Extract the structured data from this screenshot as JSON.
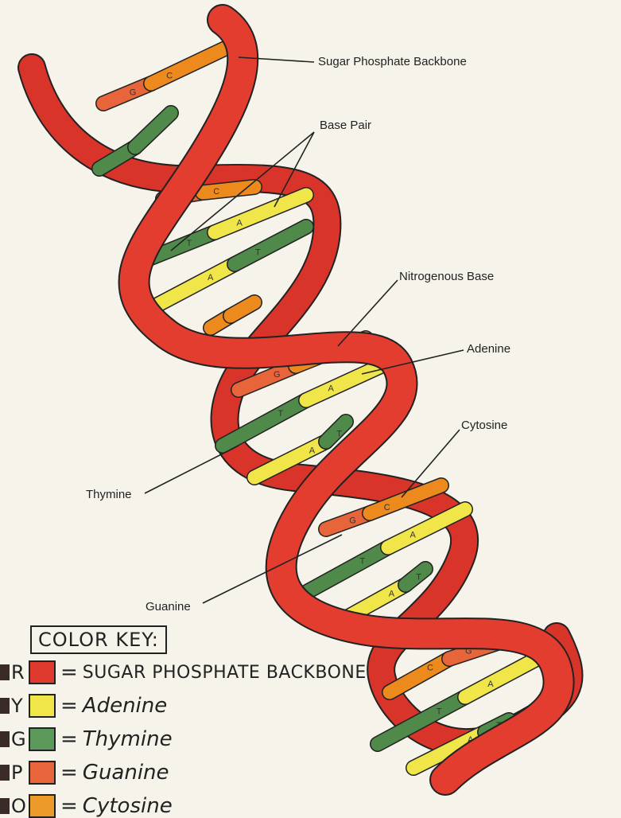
{
  "labels": {
    "backbone": "Sugar Phosphate Backbone",
    "base_pair": "Base Pair",
    "nitrogenous_base": "Nitrogenous Base",
    "adenine": "Adenine",
    "cytosine": "Cytosine",
    "thymine": "Thymine",
    "guanine": "Guanine"
  },
  "colors": {
    "backbone": "#e0392e",
    "adenine": "#f0e64a",
    "thymine": "#4f8a4a",
    "guanine": "#e8643a",
    "cytosine": "#ec8a1e",
    "background": "#f6f3ea"
  },
  "base_letters": {
    "A": "A",
    "T": "T",
    "G": "G",
    "C": "C"
  },
  "color_key": {
    "title": "COLOR KEY:",
    "items": [
      {
        "letter": "R",
        "color": "#e0392e",
        "equals": "=",
        "text": "SUGAR PHOSPHATE BACKBONE"
      },
      {
        "letter": "Y",
        "color": "#f0e64a",
        "equals": "=",
        "text": "Adenine"
      },
      {
        "letter": "G",
        "color": "#5b9a5a",
        "equals": "=",
        "text": "Thymine"
      },
      {
        "letter": "P",
        "color": "#e8643a",
        "equals": "=",
        "text": "Guanine"
      },
      {
        "letter": "O",
        "color": "#ec9a2a",
        "equals": "=",
        "text": "Cytosine"
      }
    ]
  }
}
